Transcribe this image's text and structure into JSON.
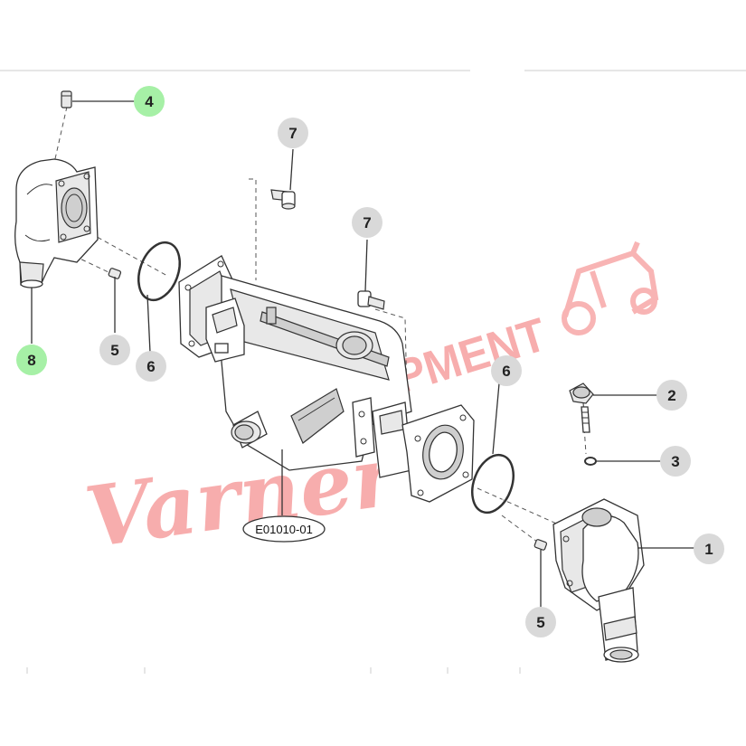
{
  "diagram": {
    "assembly_label": "E01010-01",
    "watermark": {
      "script_text": "Varner",
      "block_text": "EQUIPMENT",
      "logo_name": "tractor-logo"
    },
    "callouts": [
      {
        "id": "c1",
        "text": "1",
        "highlight": false
      },
      {
        "id": "c2",
        "text": "2",
        "highlight": false
      },
      {
        "id": "c3",
        "text": "3",
        "highlight": false
      },
      {
        "id": "c4",
        "text": "4",
        "highlight": true
      },
      {
        "id": "c5a",
        "text": "5",
        "highlight": false
      },
      {
        "id": "c5b",
        "text": "5",
        "highlight": false
      },
      {
        "id": "c6a",
        "text": "6",
        "highlight": false
      },
      {
        "id": "c6b",
        "text": "6",
        "highlight": false
      },
      {
        "id": "c7a",
        "text": "7",
        "highlight": false
      },
      {
        "id": "c7b",
        "text": "7",
        "highlight": false
      },
      {
        "id": "c8",
        "text": "8",
        "highlight": true
      }
    ],
    "colors": {
      "callout_fill": "#d9d9d9",
      "highlight_fill": "#a6f0a6",
      "watermark": "#f26b6b"
    }
  }
}
